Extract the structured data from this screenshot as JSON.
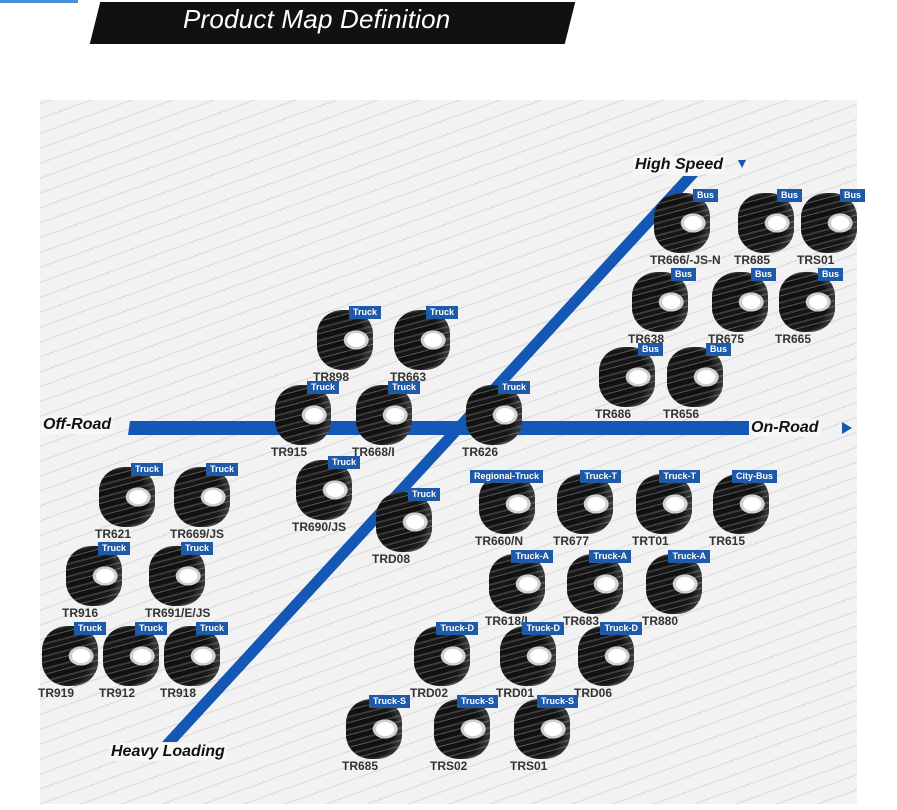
{
  "header": {
    "title": "Product Map Definition"
  },
  "axes": {
    "high_speed": "High Speed",
    "on_road": "On-Road",
    "off_road": "Off-Road",
    "heavy_loading": "Heavy Loading"
  },
  "colors": {
    "axis_blue": "#1457b5",
    "badge_blue": "#1e5aa8",
    "header_black": "#111111"
  },
  "tires": [
    {
      "name": "TR666/-JS-N",
      "badge": "Bus"
    },
    {
      "name": "TR685",
      "badge": "Bus"
    },
    {
      "name": "TRS01",
      "badge": "Bus"
    },
    {
      "name": "TR638",
      "badge": "Bus"
    },
    {
      "name": "TR675",
      "badge": "Bus"
    },
    {
      "name": "TR665",
      "badge": "Bus"
    },
    {
      "name": "TR686",
      "badge": "Bus"
    },
    {
      "name": "TR656",
      "badge": "Bus"
    },
    {
      "name": "TR898",
      "badge": "Truck"
    },
    {
      "name": "TR663",
      "badge": "Truck"
    },
    {
      "name": "TR915",
      "badge": "Truck"
    },
    {
      "name": "TR668/I",
      "badge": "Truck"
    },
    {
      "name": "TR626",
      "badge": "Truck"
    },
    {
      "name": "TR690/JS",
      "badge": "Truck"
    },
    {
      "name": "TRD08",
      "badge": "Truck"
    },
    {
      "name": "TR621",
      "badge": "Truck"
    },
    {
      "name": "TR669/JS",
      "badge": "Truck"
    },
    {
      "name": "TR916",
      "badge": "Truck"
    },
    {
      "name": "TR691/E/JS",
      "badge": "Truck"
    },
    {
      "name": "TR919",
      "badge": "Truck"
    },
    {
      "name": "TR912",
      "badge": "Truck"
    },
    {
      "name": "TR918",
      "badge": "Truck"
    },
    {
      "name": "TR660/N",
      "badge": "Regional-Truck"
    },
    {
      "name": "TR677",
      "badge": "Truck-T"
    },
    {
      "name": "TRT01",
      "badge": "Truck-T"
    },
    {
      "name": "TR615",
      "badge": "City-Bus"
    },
    {
      "name": "TR618/I",
      "badge": "Truck-A"
    },
    {
      "name": "TR683",
      "badge": "Truck-A"
    },
    {
      "name": "TR880",
      "badge": "Truck-A"
    },
    {
      "name": "TRD02",
      "badge": "Truck-D"
    },
    {
      "name": "TRD01",
      "badge": "Truck-D"
    },
    {
      "name": "TRD06",
      "badge": "Truck-D"
    },
    {
      "name": "TR685",
      "badge": "Truck-S"
    },
    {
      "name": "TRS02",
      "badge": "Truck-S"
    },
    {
      "name": "TRS01",
      "badge": "Truck-S"
    }
  ]
}
